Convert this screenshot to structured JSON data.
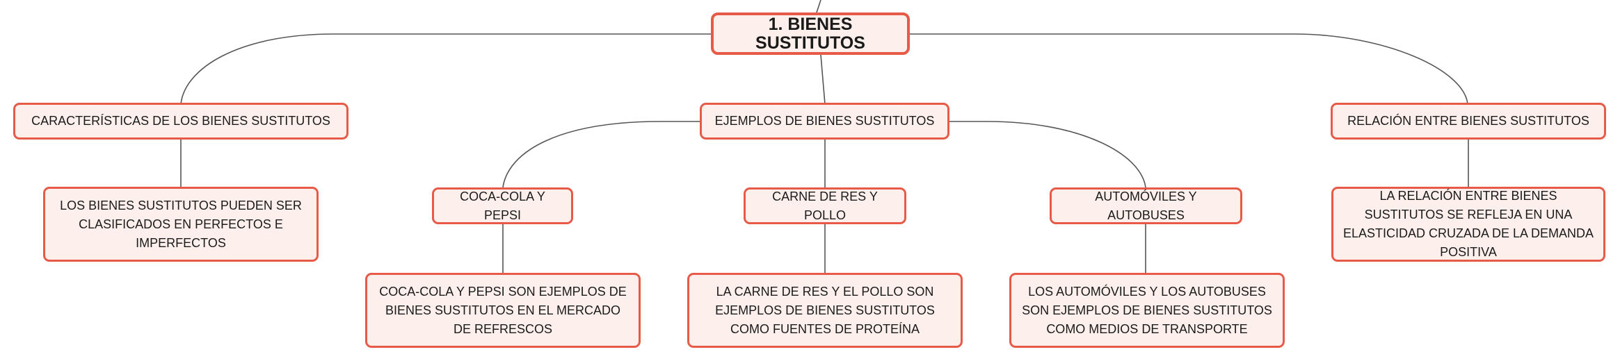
{
  "root": {
    "label": "1. BIENES SUSTITUTOS"
  },
  "branches": {
    "caracteristicas": {
      "label": "CARACTERÍSTICAS DE LOS BIENES SUSTITUTOS",
      "detail": "LOS BIENES SUSTITUTOS PUEDEN SER CLASIFICADOS EN PERFECTOS E IMPERFECTOS"
    },
    "ejemplos": {
      "label": "EJEMPLOS DE BIENES SUSTITUTOS",
      "items": [
        {
          "label": "COCA-COLA Y PEPSI",
          "detail": "COCA-COLA Y PEPSI SON EJEMPLOS DE BIENES SUSTITUTOS EN EL MERCADO DE REFRESCOS"
        },
        {
          "label": "CARNE DE RES Y POLLO",
          "detail": "LA CARNE DE RES Y EL POLLO SON EJEMPLOS DE BIENES SUSTITUTOS COMO FUENTES DE PROTEÍNA"
        },
        {
          "label": "AUTOMÓVILES Y AUTOBUSES",
          "detail": "LOS AUTOMÓVILES Y LOS AUTOBUSES SON EJEMPLOS DE BIENES SUSTITUTOS COMO MEDIOS DE TRANSPORTE"
        }
      ]
    },
    "relacion": {
      "label": "RELACIÓN ENTRE BIENES SUSTITUTOS",
      "detail": "LA RELACIÓN ENTRE BIENES SUSTITUTOS SE REFLEJA EN UNA ELASTICIDAD CRUZADA DE LA DEMANDA POSITIVA"
    }
  },
  "colors": {
    "node_border": "#e85a48",
    "node_fill": "#fdf0ec",
    "edge": "#555555"
  }
}
